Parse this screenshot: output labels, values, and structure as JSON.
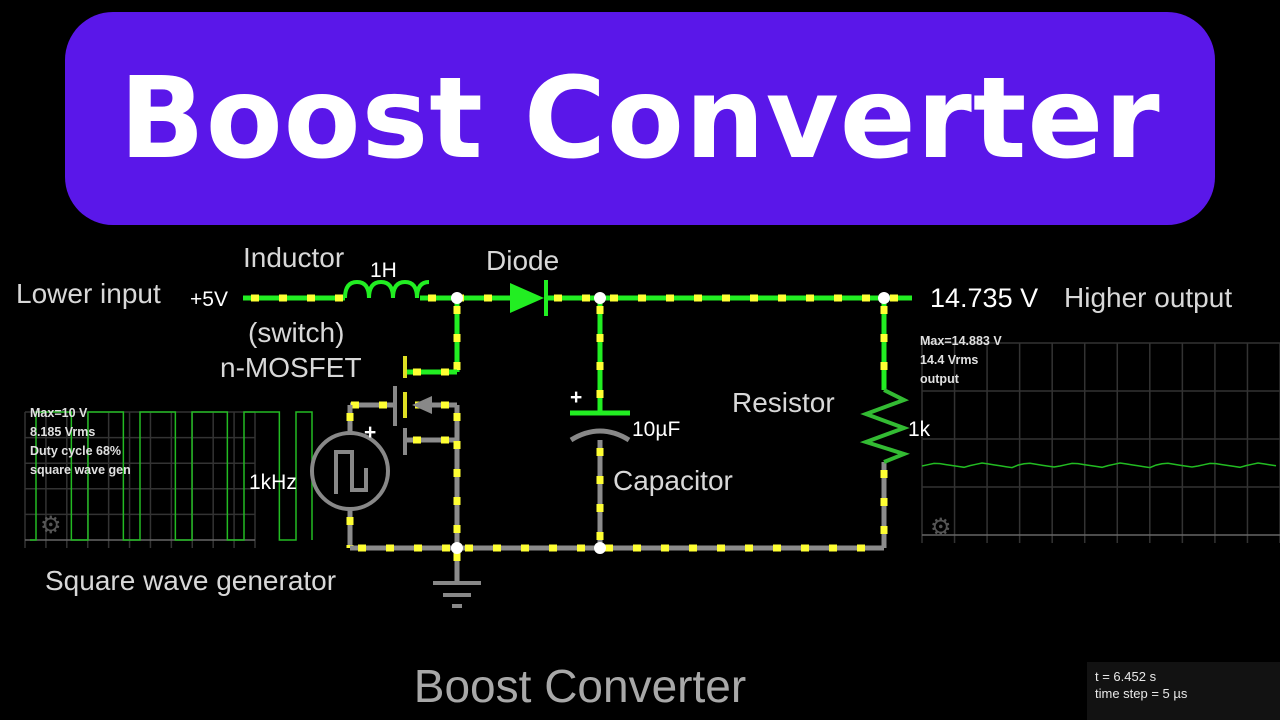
{
  "banner": {
    "title": "Boost Converter"
  },
  "labels": {
    "lower_input": "Lower input",
    "input_voltage": "+5V",
    "inductor": "Inductor",
    "inductor_value": "1H",
    "diode": "Diode",
    "switch": "(switch)",
    "mosfet": "n-MOSFET",
    "source_freq": "1kHz",
    "plus": "+",
    "capacitor_value": "10µF",
    "capacitor": "Capacitor",
    "resistor": "Resistor",
    "resistor_value": "1k",
    "output_voltage": "14.735 V",
    "higher_output": "Higher output",
    "square_wave_generator": "Square wave generator",
    "circuit_title": "Boost Converter"
  },
  "scope_left": {
    "lines": [
      "Max=10 V",
      "8.185 Vrms",
      "Duty cycle 68%",
      "square wave gen"
    ],
    "duty_cycle": 0.68
  },
  "scope_right": {
    "lines": [
      "Max=14.883 V",
      "14.4 Vrms",
      "output"
    ]
  },
  "status": {
    "time": "t = 6.452 s",
    "time_step": "time step = 5 µs"
  },
  "colors": {
    "banner": "#5a17e9",
    "wire_hot": "#22ee22",
    "wire_ground": "#8c8c8c",
    "current_dot": "#ffff33",
    "trace": "#22bb22"
  }
}
